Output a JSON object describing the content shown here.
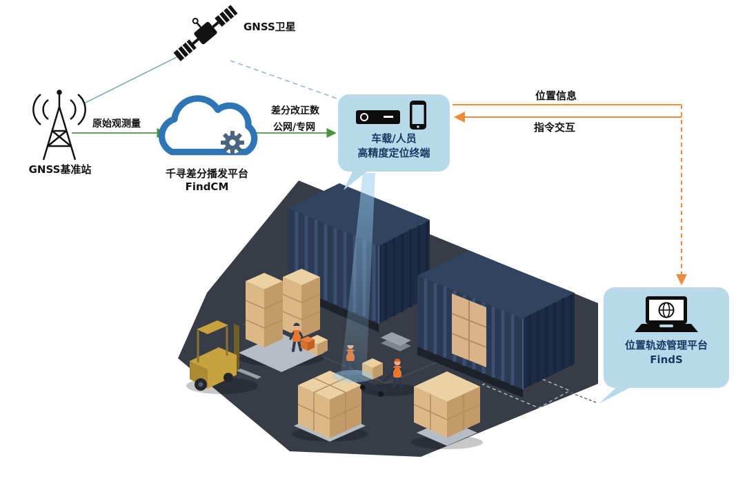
{
  "labels": {
    "satellite": "GNSS卫星",
    "base_station": "GNSS基准站",
    "cloud_line1": "千寻差分播发平台",
    "cloud_line2": "FindCM",
    "raw_obs": "原始观测量",
    "diff_corr": "差分改正数",
    "network": "公网/专网",
    "position_info": "位置信息",
    "command_interaction": "指令交互"
  },
  "terminal_bubble": {
    "line1": "车载/人员",
    "line2": "高精度定位终端"
  },
  "finds_bubble": {
    "line1": "位置轨迹管理平台",
    "line2": "FindS"
  },
  "colors": {
    "green_arrow": "#4a9440",
    "orange_arrow": "#ef8a3c",
    "bubble_bg": "#b7d9ea",
    "bubble_text": "#17375e",
    "cloud_blue": "#2e75b6"
  }
}
